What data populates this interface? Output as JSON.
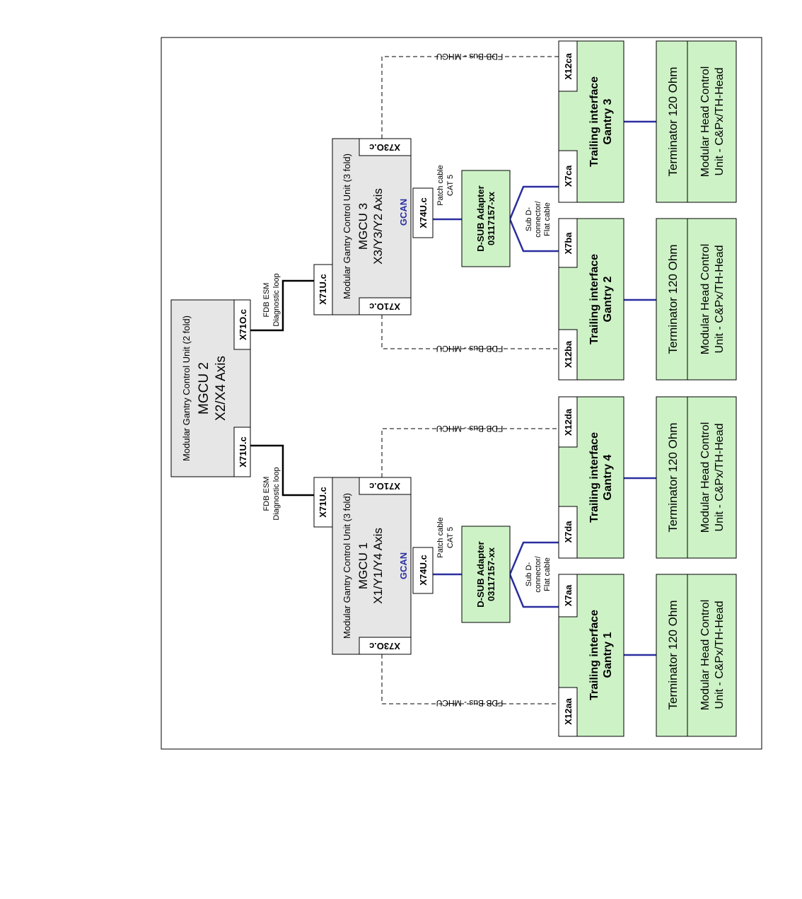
{
  "colors": {
    "bus_line": "#2b2fa0",
    "mgcu_fill": "#e6e6e6",
    "adapter_fill": "#cdf2c6",
    "gantry_fill": "#cdf2c6",
    "terminator_fill": "#cdf2c6",
    "gcan_text": "#2b2fa0"
  },
  "mgcu2": {
    "title": "Modular Gantry Control Unit (2 fold)",
    "name": "MGCU 2",
    "axis": "X2/X4 Axis",
    "port_left": "X71U.c",
    "port_right": "X71O.c"
  },
  "esm_links": [
    {
      "line1": "FDB ESM",
      "line2": "Diagnostic loop"
    },
    {
      "line1": "FDB ESM",
      "line2": "Diagnostic loop"
    }
  ],
  "mgcu1": {
    "title": "Modular Gantry Control Unit (3 fold)",
    "name": "MGCU 1",
    "axis": "X1/Y1/Y4 Axis",
    "gcan": "GCAN",
    "port_top": "X71U.c",
    "port_bus_left": "X73O.c",
    "port_bus_right": "X71O.c",
    "port_adapter": "X74U.c"
  },
  "mgcu3": {
    "title": "Modular Gantry Control Unit (3 fold)",
    "name": "MGCU 3",
    "axis": "X3/Y3/Y2 Axis",
    "gcan": "GCAN",
    "port_top": "X71U.c",
    "port_bus_left": "X71O.c",
    "port_bus_right": "X73O.c",
    "port_adapter": "X74U.c"
  },
  "patch_cables": [
    {
      "line1": "Patch cable",
      "line2": "CAT 5"
    },
    {
      "line1": "Patch cable",
      "line2": "CAT 5"
    }
  ],
  "adapters": [
    {
      "name": "D-SUB Adapter",
      "part": "03117157-xx"
    },
    {
      "name": "D-SUB Adapter",
      "part": "03117157-xx"
    }
  ],
  "sub_d": [
    {
      "line1": "Sub D-",
      "line2": "connector/",
      "line3": "Flat cable"
    },
    {
      "line1": "Sub D-",
      "line2": "connector/",
      "line3": "Flat cable"
    }
  ],
  "fdb_bus": [
    "FDB Bus - MHCU",
    "FDB Bus - MHCU",
    "FDB Bus - MHCU",
    "FDB Bus - MHCU"
  ],
  "gantries": [
    {
      "line1": "Trailing interface",
      "line2": "Gantry 1",
      "port_left": "X12aa",
      "port_right": "X7aa"
    },
    {
      "line1": "Trailing interface",
      "line2": "Gantry 4",
      "port_left": "X7da",
      "port_right": "X12da"
    },
    {
      "line1": "Trailing interface",
      "line2": "Gantry 2",
      "port_left": "X12ba",
      "port_right": "X7ba"
    },
    {
      "line1": "Trailing interface",
      "line2": "Gantry 3",
      "port_left": "X7ca",
      "port_right": "X12ca"
    }
  ],
  "terminators": [
    {
      "title": "Terminator 120 Ohm",
      "line1": "Modular Head Control",
      "line2": "Unit - C&Px/TH-Head"
    },
    {
      "title": "Terminator 120 Ohm",
      "line1": "Modular Head Control",
      "line2": "Unit - C&Px/TH-Head"
    },
    {
      "title": "Terminator 120 Ohm",
      "line1": "Modular Head Control",
      "line2": "Unit - C&Px/TH-Head"
    },
    {
      "title": "Terminator 120 Ohm",
      "line1": "Modular Head Control",
      "line2": "Unit - C&Px/TH-Head"
    }
  ]
}
